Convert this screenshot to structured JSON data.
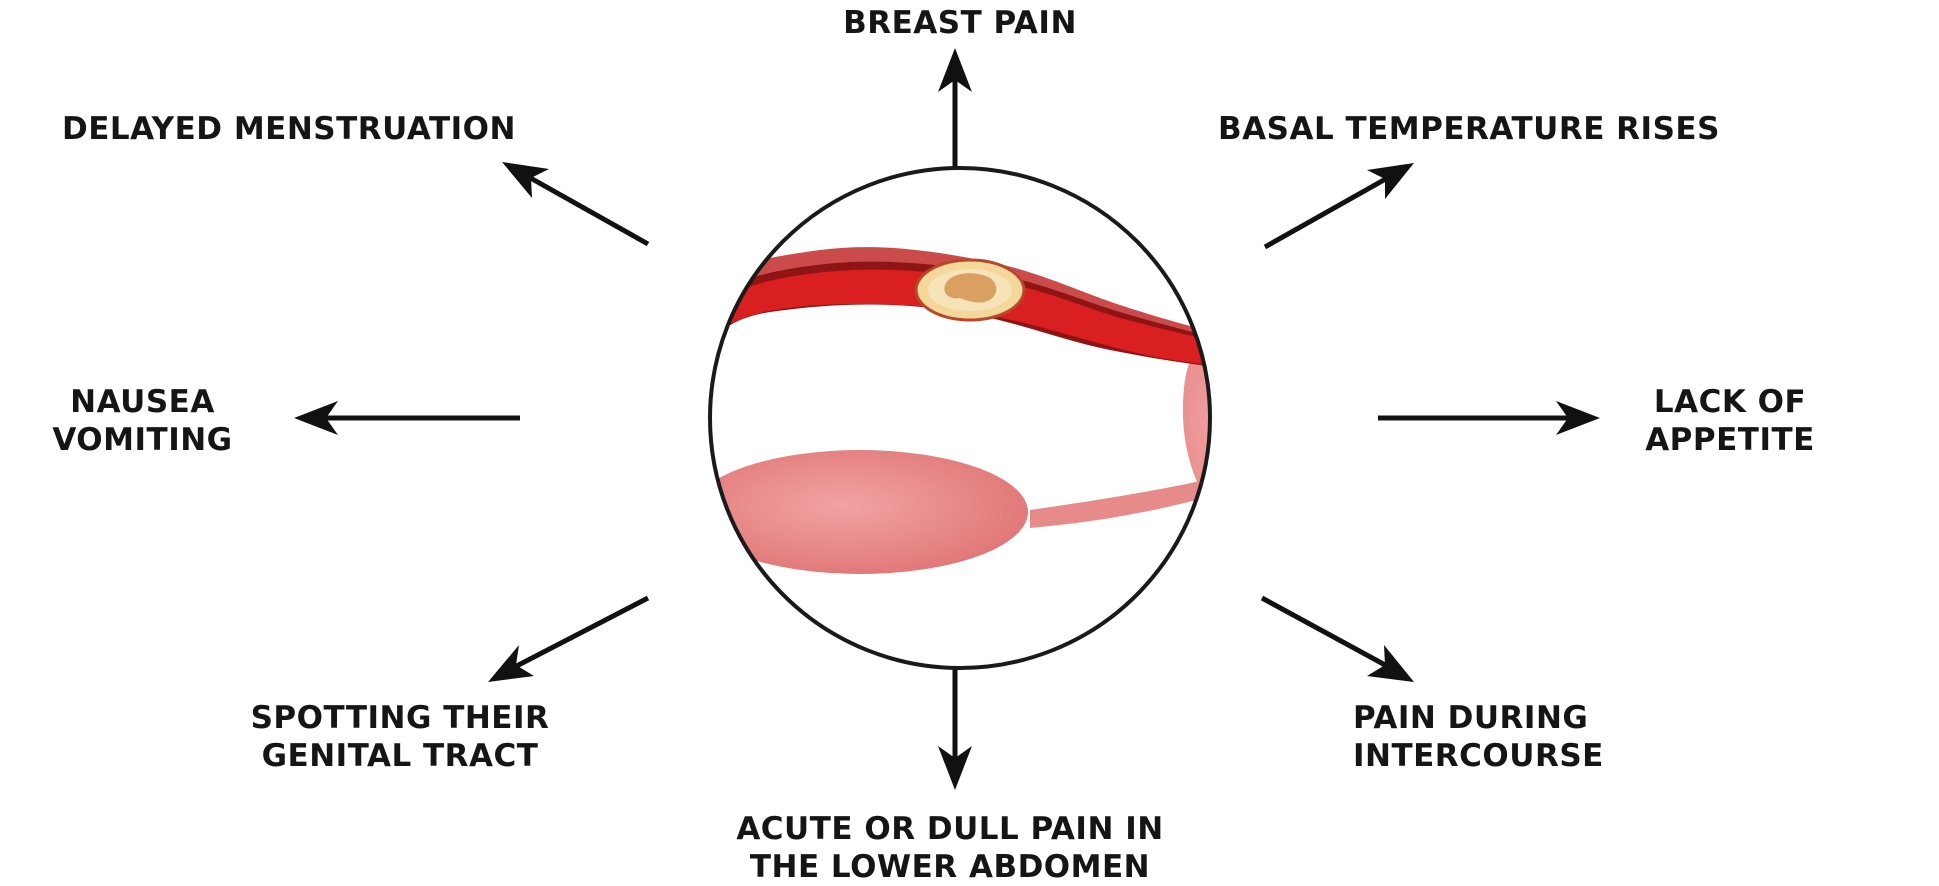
{
  "diagram": {
    "symptoms": {
      "breast_pain": [
        "BREAST PAIN"
      ],
      "basal_temperature": [
        "BASAL TEMPERATURE RISES"
      ],
      "lack_of_appetite": [
        "LACK OF",
        "APPETITE"
      ],
      "pain_intercourse": [
        "PAIN DURING",
        "INTERCOURSE"
      ],
      "abdomen_pain": [
        "ACUTE OR DULL PAIN IN",
        "THE LOWER ABDOMEN"
      ],
      "spotting": [
        "SPOTTING THEIR",
        "GENITAL TRACT"
      ],
      "nausea": [
        "NAUSEA",
        "VOMITING"
      ],
      "delayed_menstruation": [
        "DELAYED MENSTRUATION"
      ]
    },
    "colors": {
      "arrow": "#111111",
      "circle_border": "#1a1a1a",
      "tube_outer": "#c94a4a",
      "tube_inner": "#8e1212",
      "tube_lumen": "#d81e1e",
      "ovary": "#e88585",
      "uterus": "#e27a7a",
      "embryo": "#f0c27a"
    }
  }
}
